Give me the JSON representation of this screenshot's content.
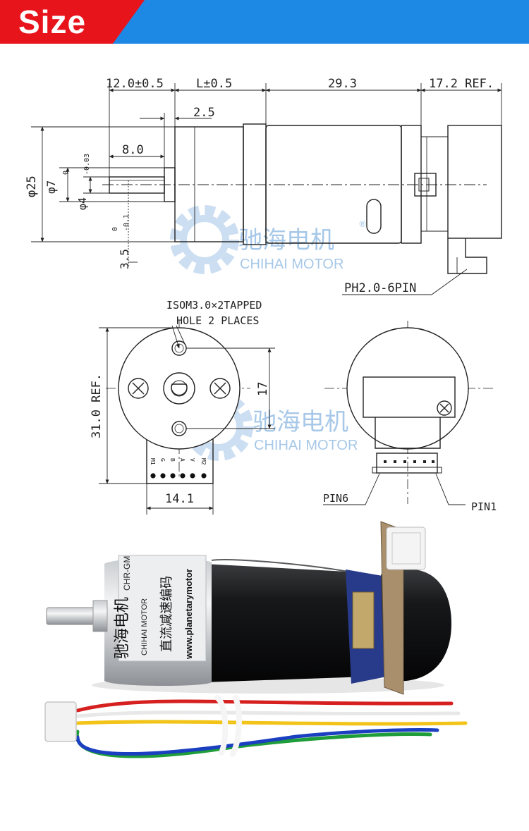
{
  "header": {
    "title": "Size",
    "red": "#e8141c",
    "blue": "#1e88e5"
  },
  "side_view": {
    "dim_front": "12.0±0.5",
    "dim_gearbox": "L±0.5",
    "dim_motor": "29.3",
    "dim_encoder": "17.2 REF.",
    "dim_boss": "2.5",
    "dim_shaft_len": "8.0",
    "dia_body": "φ25",
    "dia_boss": "φ7",
    "tol_boss_top": "0",
    "tol_boss_bottom": "-0.03",
    "dia_shaft": "φ4",
    "tol_shaft_top": "0",
    "tol_shaft_bottom": "-0.1",
    "dim_flat": "3.5",
    "connector_label": "PH2.0-6PIN"
  },
  "front_view": {
    "hole_note_line1": "ISOM3.0×2TAPPED",
    "hole_note_line2": "HOLE 2 PLACES",
    "dim_height": "31.0 REF.",
    "dim_hole_spacing": "17",
    "dim_pcb_width": "14.1",
    "pins": [
      "M1",
      "G",
      "B",
      "A",
      "V",
      "M2"
    ]
  },
  "rear_view": {
    "pin6_label": "PIN6",
    "pin1_label": "PIN1"
  },
  "watermark": {
    "cn": "驰海电机",
    "en": "CHIHAI MOTOR",
    "reg": "®"
  },
  "product": {
    "label_cn": "驰海电机",
    "label_en": "CHIHAI MOTOR",
    "label_model": "CHR-GM",
    "label_sub_cn": "直流减速编码",
    "label_url": "www.planetarymotor",
    "wire_colors": [
      "#d62020",
      "#ffffff",
      "#f2c318",
      "#1f9d3a",
      "#1a3fc0"
    ]
  }
}
